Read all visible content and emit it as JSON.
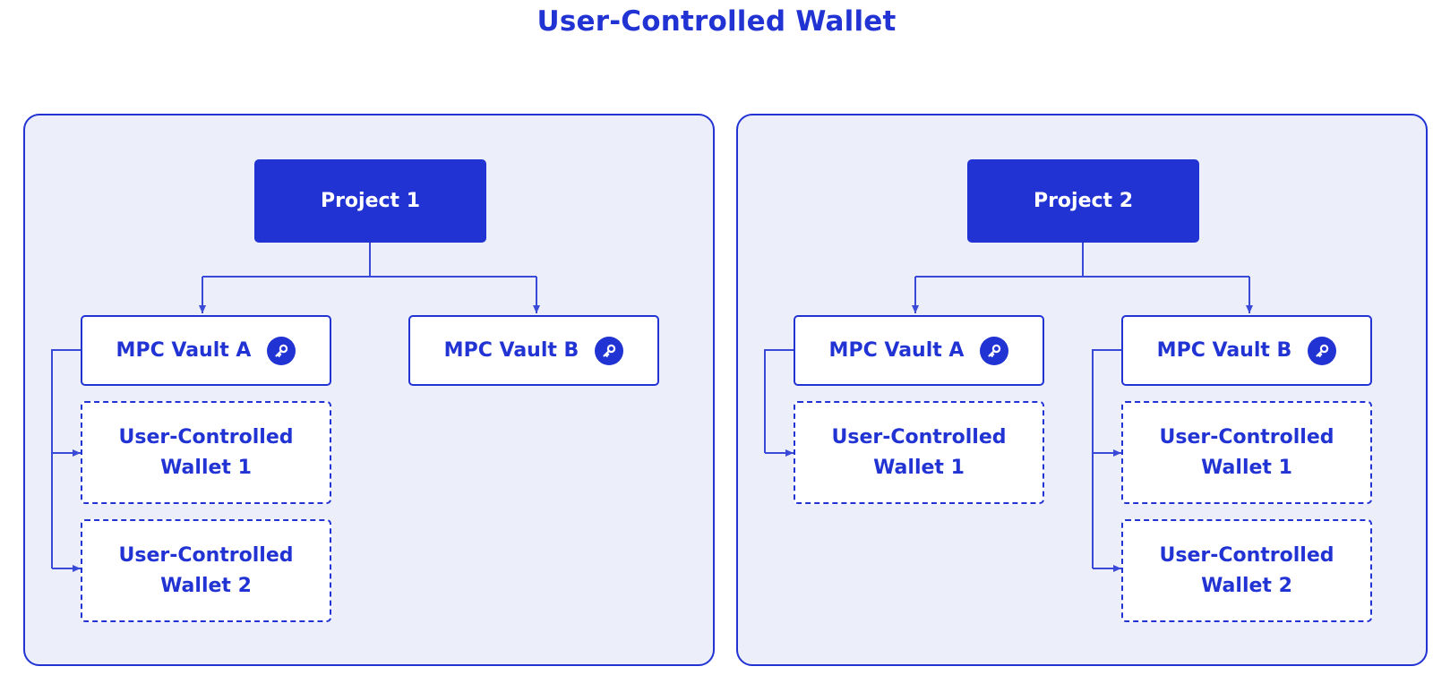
{
  "title": "User-Controlled Wallet",
  "colors": {
    "primary": "#2233d4",
    "panel_bg": "#eceef9",
    "box_bg": "#ffffff"
  },
  "projects": [
    {
      "name": "Project 1",
      "vaults": [
        {
          "name": "MPC Vault A",
          "icon": "key-icon",
          "wallets": [
            {
              "line1": "User-Controlled",
              "line2": "Wallet 1"
            },
            {
              "line1": "User-Controlled",
              "line2": "Wallet 2"
            }
          ]
        },
        {
          "name": "MPC Vault B",
          "icon": "key-icon",
          "wallets": []
        }
      ]
    },
    {
      "name": "Project 2",
      "vaults": [
        {
          "name": "MPC Vault A",
          "icon": "key-icon",
          "wallets": [
            {
              "line1": "User-Controlled",
              "line2": "Wallet 1"
            }
          ]
        },
        {
          "name": "MPC Vault B",
          "icon": "key-icon",
          "wallets": [
            {
              "line1": "User-Controlled",
              "line2": "Wallet 1"
            },
            {
              "line1": "User-Controlled",
              "line2": "Wallet 2"
            }
          ]
        }
      ]
    }
  ]
}
